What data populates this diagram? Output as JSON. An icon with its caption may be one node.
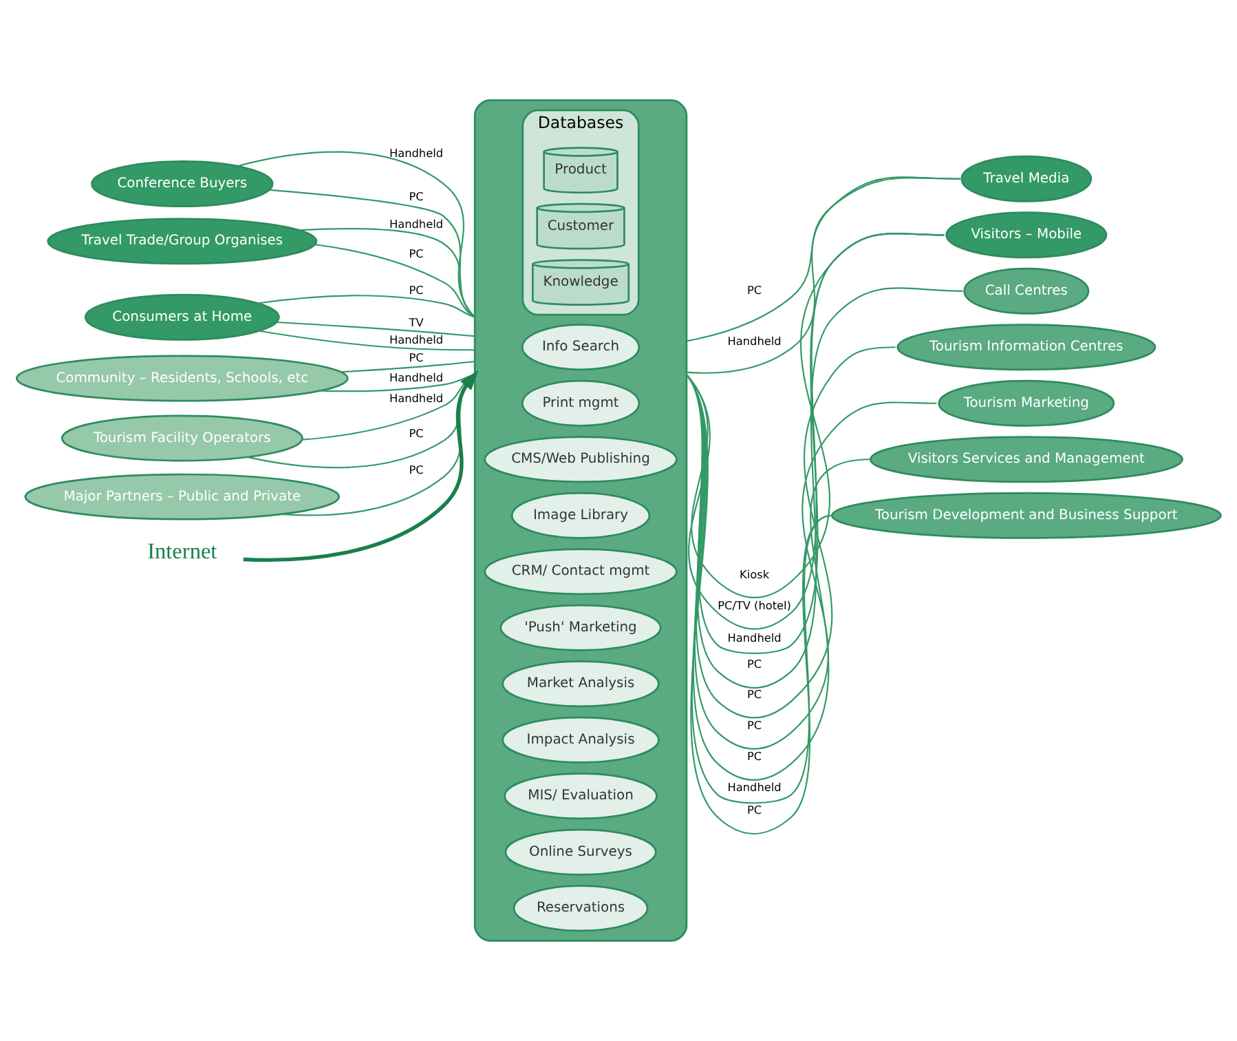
{
  "diagram": {
    "nodes": [
      {
        "text": [],
        "shape": "ellipse"
      },
      {
        "text": [
          "Info Search"
        ],
        "in": 0
      },
      {
        "text": [
          "Print mgmt"
        ],
        "in": 0
      },
      {
        "text": [
          "CMS/Web Publishing"
        ],
        "in": 0
      },
      {
        "text": [
          "Image Library"
        ],
        "in": 0
      },
      {
        "text": [
          "CRM/ Contact mgmt"
        ],
        "in": 0
      },
      {
        "text": [
          "'Push' Marketing"
        ],
        "in": 0
      },
      {
        "text": [
          "Market Analysis"
        ],
        "in": 0
      },
      {
        "text": [
          "Impact Analysis"
        ],
        "in": 0
      },
      {
        "text": [
          "MIS/ Evaluation"
        ],
        "in": 0
      },
      {
        "text": [
          "Online Surveys"
        ],
        "in": 0
      },
      {
        "text": [
          "Reservations"
        ],
        "in": 0
      },
      {
        "text": [
          "Databases"
        ],
        "in": 0
      },
      {
        "text": [
          "Product"
        ],
        "in": 12
      },
      {
        "text": [
          "Customer"
        ],
        "in": 12
      },
      {
        "text": [
          "Knowledge"
        ],
        "in": 12
      },
      {
        "text": [
          "Conference Buyers"
        ]
      },
      {
        "text": [
          "Travel Trade/Group Organises"
        ]
      },
      {
        "text": [
          "Travel Media"
        ]
      },
      {
        "text": [
          "Visitors – Mobile"
        ]
      },
      {
        "text": [
          "Consumers at Home"
        ]
      },
      {
        "text": [
          "Call Centres"
        ]
      },
      {
        "text": [
          "Community – Residents, Schools, etc"
        ]
      },
      {
        "text": [
          "Tourism Information Centres"
        ]
      },
      {
        "text": [
          "Tourism Facility Operators"
        ]
      },
      {
        "text": [
          "Tourism Marketing"
        ]
      },
      {
        "text": [
          "Major Partners – Public and Private"
        ]
      },
      {
        "text": [
          "Visitors Services and Management"
        ]
      },
      {
        "text": [
          "Tourism Development and Business Support"
        ]
      },
      {
        "text": [
          "Internet"
        ]
      }
    ],
    "edges": [
      {
        "from": 16,
        "to": 0,
        "arrow": "none",
        "label": "Handheld"
      },
      {
        "from": 16,
        "to": 0,
        "arrow": "none",
        "label": "PC"
      },
      {
        "from": 17,
        "to": 0,
        "arrow": "none",
        "label": "Handheld"
      },
      {
        "from": 17,
        "to": 0,
        "arrow": "none",
        "label": "PC"
      },
      {
        "from": 18,
        "to": 0,
        "arrow": "none",
        "label": "PC"
      },
      {
        "from": 18,
        "to": 0,
        "arrow": "none",
        "label": "Handheld"
      },
      {
        "from": 19,
        "to": 0,
        "arrow": "none",
        "label": "Kiosk"
      },
      {
        "from": 19,
        "to": 0,
        "arrow": "none",
        "label": "PC/TV (hotel)"
      },
      {
        "from": 19,
        "to": 0,
        "arrow": "none",
        "label": "Handheld"
      },
      {
        "from": 20,
        "to": 0,
        "arrow": "none",
        "label": "PC"
      },
      {
        "from": 20,
        "to": 0,
        "arrow": "none",
        "label": "TV"
      },
      {
        "from": 20,
        "to": 0,
        "arrow": "none",
        "label": "Handheld"
      },
      {
        "from": 21,
        "to": 0,
        "arrow": "none",
        "label": "PC"
      },
      {
        "from": 22,
        "to": 0,
        "arrow": "none",
        "label": "PC"
      },
      {
        "from": 22,
        "to": 0,
        "arrow": "none",
        "label": "Handheld"
      },
      {
        "from": 23,
        "to": 0,
        "arrow": "none",
        "label": "PC"
      },
      {
        "from": 24,
        "to": 0,
        "arrow": "none",
        "label": "Handheld"
      },
      {
        "from": 24,
        "to": 0,
        "arrow": "none",
        "label": "PC"
      },
      {
        "from": 25,
        "to": 0,
        "arrow": "none",
        "label": "PC"
      },
      {
        "from": 26,
        "to": 0,
        "arrow": "none",
        "label": "PC"
      },
      {
        "from": 27,
        "to": 0,
        "arrow": "none",
        "label": "PC"
      },
      {
        "from": 28,
        "to": 0,
        "arrow": "none",
        "label": "Handheld"
      },
      {
        "from": 28,
        "to": 0,
        "arrow": "none",
        "label": "PC"
      },
      {
        "from": 29,
        "to": 0,
        "arrow": "to",
        "style": "thick",
        "color": "#1a7f4b"
      }
    ]
  }
}
